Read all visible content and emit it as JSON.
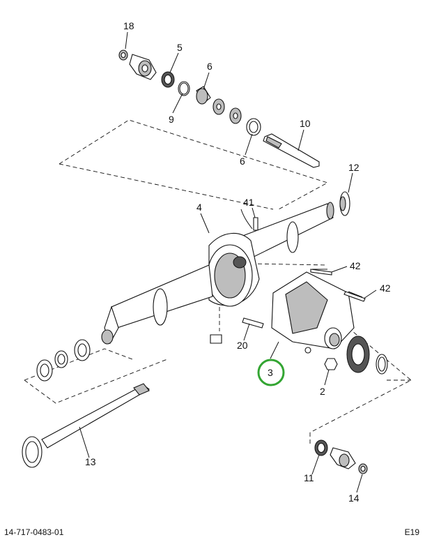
{
  "diagram": {
    "callouts": {
      "c18": "18",
      "c5": "5",
      "c6a": "6",
      "c9": "9",
      "c10": "10",
      "c6b": "6",
      "c12": "12",
      "c4": "4",
      "c41": "41",
      "c42a": "42",
      "c42b": "42",
      "c20": "20",
      "c3": "3",
      "c2": "2",
      "c13": "13",
      "c11": "11",
      "c14": "14"
    },
    "highlighted_callout": "3",
    "highlight_color": "#33a532"
  },
  "footer": {
    "document_number": "14-717-0483-01",
    "page_ref": "E19"
  }
}
